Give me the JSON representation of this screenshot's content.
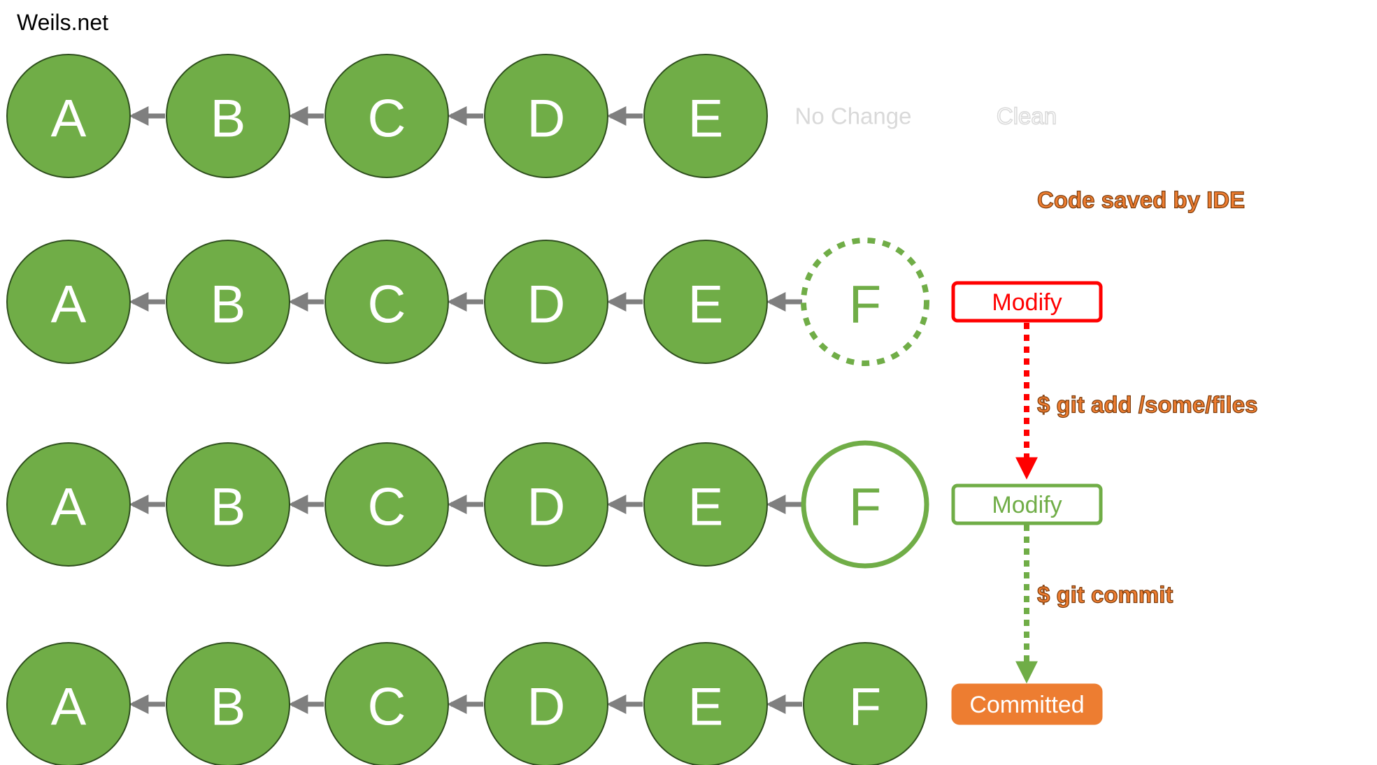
{
  "brand": "Weils.net",
  "colors": {
    "node_fill": "#70ad47",
    "node_stroke": "#2f4f1e",
    "arrow": "#7f7f7f",
    "staged_green": "#70ad47",
    "modify_red": "#ff0000",
    "committed_orange": "#ed7d31",
    "annotation_orange": "#ed7d31",
    "faint_text": "#d9d9d9"
  },
  "rows": [
    {
      "commits": [
        "A",
        "B",
        "C",
        "D",
        "E"
      ],
      "labels": {
        "no_change": "No Change",
        "clean": "Clean"
      }
    },
    {
      "commits": [
        "A",
        "B",
        "C",
        "D",
        "E"
      ],
      "pending": {
        "label": "F",
        "style": "dashed"
      },
      "status": {
        "label": "Modify",
        "style": "red-outline"
      }
    },
    {
      "commits": [
        "A",
        "B",
        "C",
        "D",
        "E"
      ],
      "pending": {
        "label": "F",
        "style": "outline"
      },
      "status": {
        "label": "Modify",
        "style": "green-outline"
      }
    },
    {
      "commits": [
        "A",
        "B",
        "C",
        "D",
        "E",
        "F"
      ],
      "status": {
        "label": "Committed",
        "style": "orange-filled"
      }
    }
  ],
  "annotations": {
    "saved": "Code saved by IDE",
    "git_add": "$ git add /some/files",
    "git_commit": "$ git commit"
  }
}
